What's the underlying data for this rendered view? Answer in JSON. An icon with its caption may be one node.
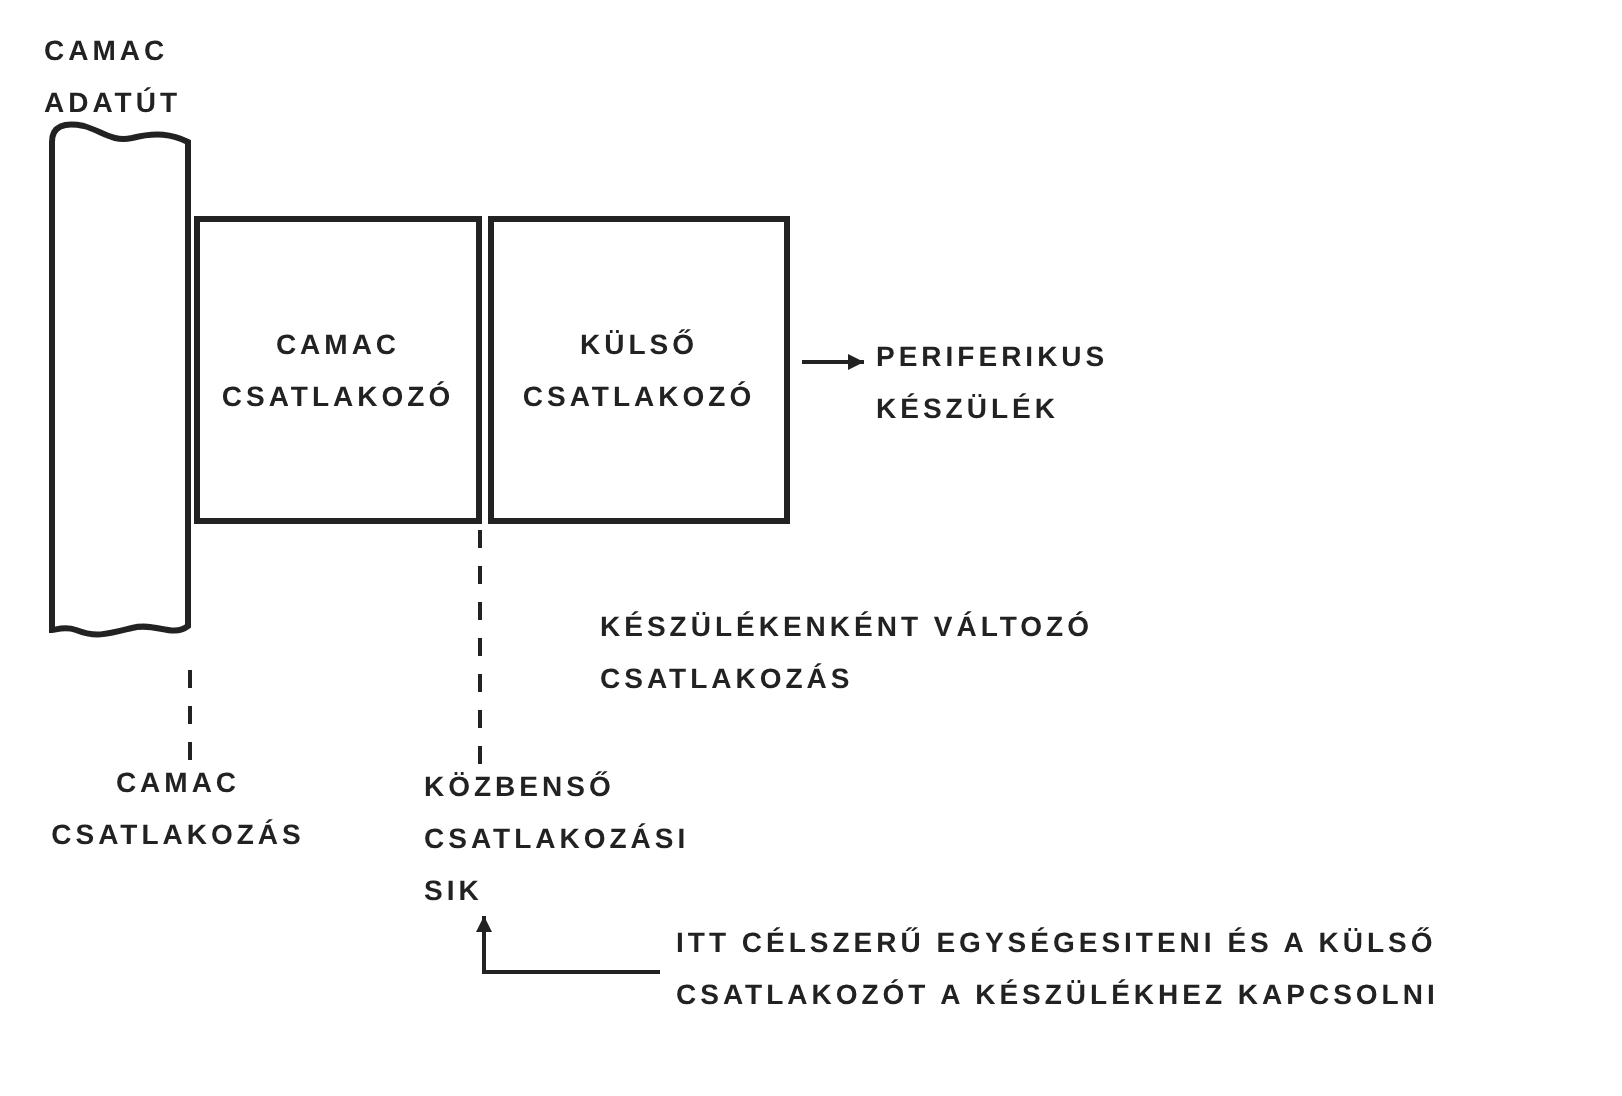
{
  "diagram": {
    "nodes": [
      {
        "text": [
          "CAMAC ADATÚT"
        ]
      },
      {
        "text": [
          "CAMAC CSATLAKOZÓ"
        ]
      },
      {
        "text": [
          "KÜLSŐ CSATLAKOZÓ"
        ]
      },
      {
        "text": [
          "PERIFERIKUS KÉSZÜLÉK"
        ]
      },
      {
        "text": [
          "CAMAC CSATLAKOZÁS"
        ]
      },
      {
        "text": [
          "KÖZBENSŐ CSATLAKOZÁSI SIK"
        ]
      },
      {
        "text": [
          "ITT CÉLSZERŰ EGYSÉGESITENI ÉS A KÜLSŐ CSATLAKOZÓT A KÉSZÜLÉKHEZ KAPCSOLNI"
        ]
      }
    ],
    "edges": [
      {
        "from": 2,
        "to": 3,
        "arrow": "to"
      },
      {
        "from": 4,
        "to": 0,
        "arrow": "none",
        "style": "dashed"
      },
      {
        "from": 5,
        "to": 1,
        "arrow": "none",
        "style": "dashed"
      },
      {
        "from": 6,
        "to": 5,
        "arrow": "to"
      }
    ],
    "labels": [
      "KÉSZÜLÉKENKÉNT VÁLTOZÓ CSATLAKOZÁS"
    ]
  }
}
